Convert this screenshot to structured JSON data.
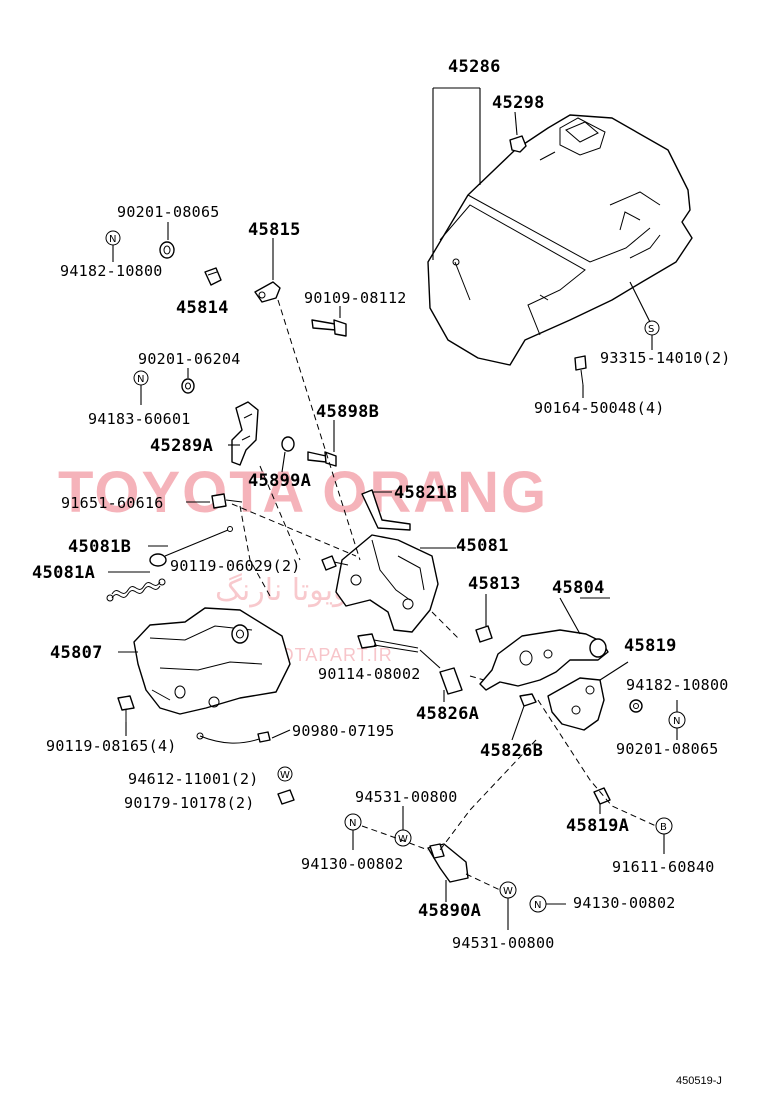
{
  "watermark": {
    "main": "TOYOTA ORANG",
    "persian": "تویوتا نارنگ",
    "url": "TOYOTAPART.IR"
  },
  "symbols": {
    "N": "N",
    "S": "S",
    "W": "W",
    "B": "B"
  },
  "labels": {
    "p45286": "45286",
    "p45298": "45298",
    "p90201_08065_top": "90201-08065",
    "p94182_10800_top": "94182-10800",
    "p45815": "45815",
    "p45814": "45814",
    "p90109_08112": "90109-08112",
    "p93315": "93315-14010(2)",
    "p90164": "90164-50048(4)",
    "p90201_06204": "90201-06204",
    "p94183": "94183-60601",
    "p45898B": "45898B",
    "p45289A": "45289A",
    "p45899A": "45899A",
    "p91651": "91651-60616",
    "p45821B": "45821B",
    "p45081B": "45081B",
    "p45081": "45081",
    "p45081A": "45081A",
    "p90119_06029": "90119-06029(2)",
    "p45813": "45813",
    "p45804": "45804",
    "p45807": "45807",
    "p45819": "45819",
    "p90114": "90114-08002",
    "p94182_10800_right": "94182-10800",
    "p45826A": "45826A",
    "p90119_08165": "90119-08165(4)",
    "p90201_08065_right": "90201-08065",
    "p45826B": "45826B",
    "p90980": "90980-07195",
    "p94612": "94612-11001(2)",
    "p90179": "90179-10178(2)",
    "p94531_top": "94531-00800",
    "p45819A": "45819A",
    "p91611": "91611-60840",
    "p94130_left": "94130-00802",
    "p45890A": "45890A",
    "p94130_right": "94130-00802",
    "p94531_bottom": "94531-00800"
  },
  "footer": {
    "code": "450519-J"
  }
}
